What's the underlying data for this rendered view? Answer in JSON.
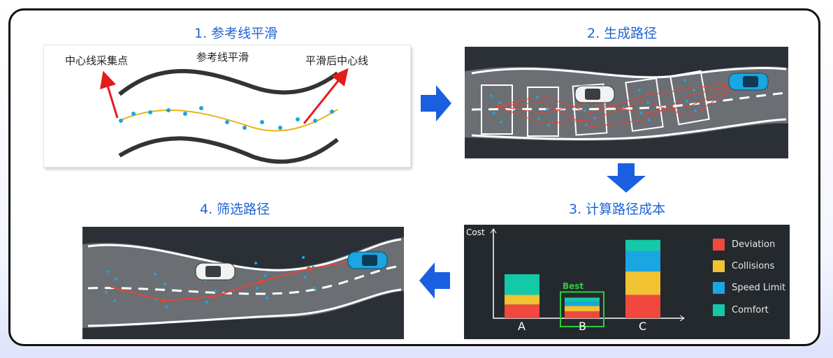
{
  "steps": {
    "s1": "1. 参考线平滑",
    "s2": "2. 生成路径",
    "s3": "3. 计算路径成本",
    "s4": "4. 筛选路径"
  },
  "panel1": {
    "label_left": "中心线采集点",
    "label_center": "参考线平滑",
    "label_right": "平滑后中心线"
  },
  "chart_data": {
    "type": "bar",
    "stacked": true,
    "categories": [
      "A",
      "B",
      "C"
    ],
    "ylabel": "Cost",
    "highlight": {
      "category": "B",
      "label": "Best"
    },
    "series": [
      {
        "name": "Deviation",
        "color": "#f0483e",
        "values": [
          1.0,
          0.5,
          1.7
        ]
      },
      {
        "name": "Collisions",
        "color": "#f1c232",
        "values": [
          0.7,
          0.4,
          1.7
        ]
      },
      {
        "name": "Speed Limit",
        "color": "#1aa6e0",
        "values": [
          0,
          0.3,
          1.5
        ]
      },
      {
        "name": "Comfort",
        "color": "#14c9a8",
        "values": [
          1.5,
          0.3,
          0.8
        ]
      }
    ],
    "legend_position": "right",
    "ylim": [
      0,
      6.5
    ]
  },
  "colors": {
    "accent": "#1f63d6",
    "arrow": "#1a5fe0"
  }
}
